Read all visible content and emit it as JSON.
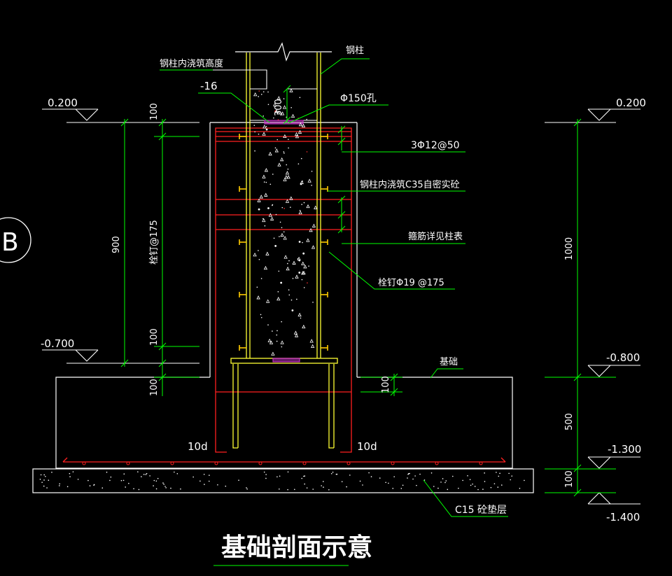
{
  "title": "基础剖面示意",
  "axis_bubble": "B",
  "colors": {
    "background": "#000000",
    "concrete": "#ffffff",
    "rebar": "#ff2020",
    "steel": "#ffff33",
    "dimension": "#00ff00",
    "text": "#ffffff",
    "stud": "#ffcc00"
  },
  "levels": {
    "left_top": "0.200",
    "left_mid": "-0.700",
    "right_top": "0.200",
    "right_mid": "-0.800",
    "right_low": "-1.300",
    "right_bottom": "-1.400"
  },
  "dimensions": {
    "left_100_top": "100",
    "left_900": "900",
    "left_stud_spacing": "栓钉@175",
    "left_100_bottom": "100",
    "left_100_base": "100",
    "col_300": "300",
    "right_1000": "1000",
    "right_500": "500",
    "right_100": "100",
    "base_100": "100",
    "anchor_left": "10d",
    "anchor_right": "10d"
  },
  "annotations": {
    "pour_height": "钢柱内浇筑高度",
    "steel_column": "钢柱",
    "plate": "-16",
    "hole": "Φ150孔",
    "stirrup_top": "3Φ12@50",
    "concrete": "钢柱内浇筑C35自密实砼",
    "stirrup_table": "箍筋详见柱表",
    "studs": "栓钉Φ19 @175",
    "foundation": "基础",
    "cushion": "C15 砼垫层"
  }
}
